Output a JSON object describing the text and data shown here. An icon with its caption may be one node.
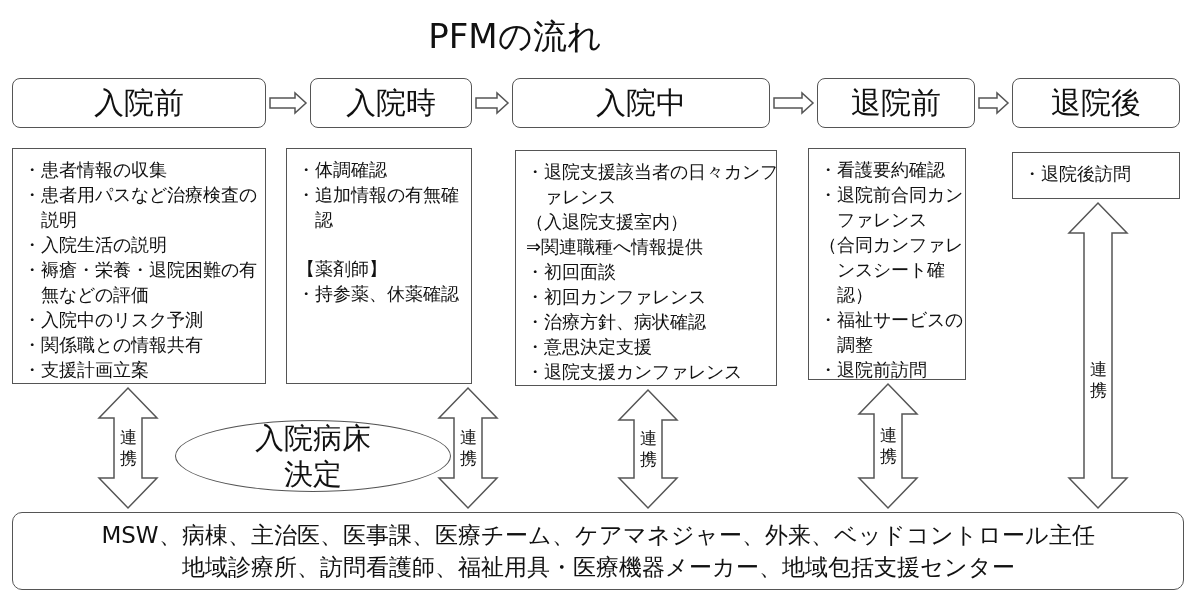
{
  "diagram": {
    "title": "PFMの流れ",
    "nodes": [
      {
        "text": [
          "入院前"
        ]
      },
      {
        "text": [
          "入院時"
        ]
      },
      {
        "text": [
          "入院中"
        ]
      },
      {
        "text": [
          "退院前"
        ]
      },
      {
        "text": [
          "退院後"
        ]
      },
      {
        "text": [
          "・患者情報の収集",
          "・患者用パスなど治療検査の説明",
          "・入院生活の説明",
          "・褥瘡・栄養・退院困難の有無などの評価",
          "・入院中のリスク予測",
          "・関係職との情報共有",
          "・支援計画立案"
        ]
      },
      {
        "text": [
          "・体調確認",
          "・追加情報の有無確認",
          "【薬剤師】",
          "・持参薬、休薬確認"
        ]
      },
      {
        "text": [
          "・退院支援該当者の日々カンファレンス",
          "（入退院支援室内）",
          "⇒関連職種へ情報提供",
          "・初回面談",
          "・初回カンファレンス",
          "・治療方針、病状確認",
          "・意思決定支援",
          "・退院支援カンファレンス"
        ]
      },
      {
        "text": [
          "・看護要約確認",
          "・退院前合同カンファレンス",
          "（合同カンファレンスシート確認）",
          "・福祉サービスの調整",
          "・退院前訪問"
        ]
      },
      {
        "text": [
          "・退院後訪問"
        ]
      },
      {
        "text": [
          "入院病床決定"
        ]
      },
      {
        "text": [
          "MSW、病棟、主治医、医事課、医療チーム、ケアマネジャー、外来、ベッドコントロール主任",
          "地域診療所、訪問看護師、福祉用具・医療機器メーカー、地域包括支援センター"
        ]
      }
    ],
    "edges": [
      {
        "from": 0,
        "to": 1,
        "arrow": "to"
      },
      {
        "from": 1,
        "to": 2,
        "arrow": "to"
      },
      {
        "from": 2,
        "to": 3,
        "arrow": "to"
      },
      {
        "from": 3,
        "to": 4,
        "arrow": "to"
      },
      {
        "from": 5,
        "to": 11,
        "arrow": "both",
        "label": "連携"
      },
      {
        "from": 6,
        "to": 11,
        "arrow": "both",
        "label": "連携"
      },
      {
        "from": 7,
        "to": 11,
        "arrow": "both",
        "label": "連携"
      },
      {
        "from": 8,
        "to": 11,
        "arrow": "both",
        "label": "連携"
      },
      {
        "from": 9,
        "to": 11,
        "arrow": "both",
        "label": "連携"
      }
    ]
  }
}
